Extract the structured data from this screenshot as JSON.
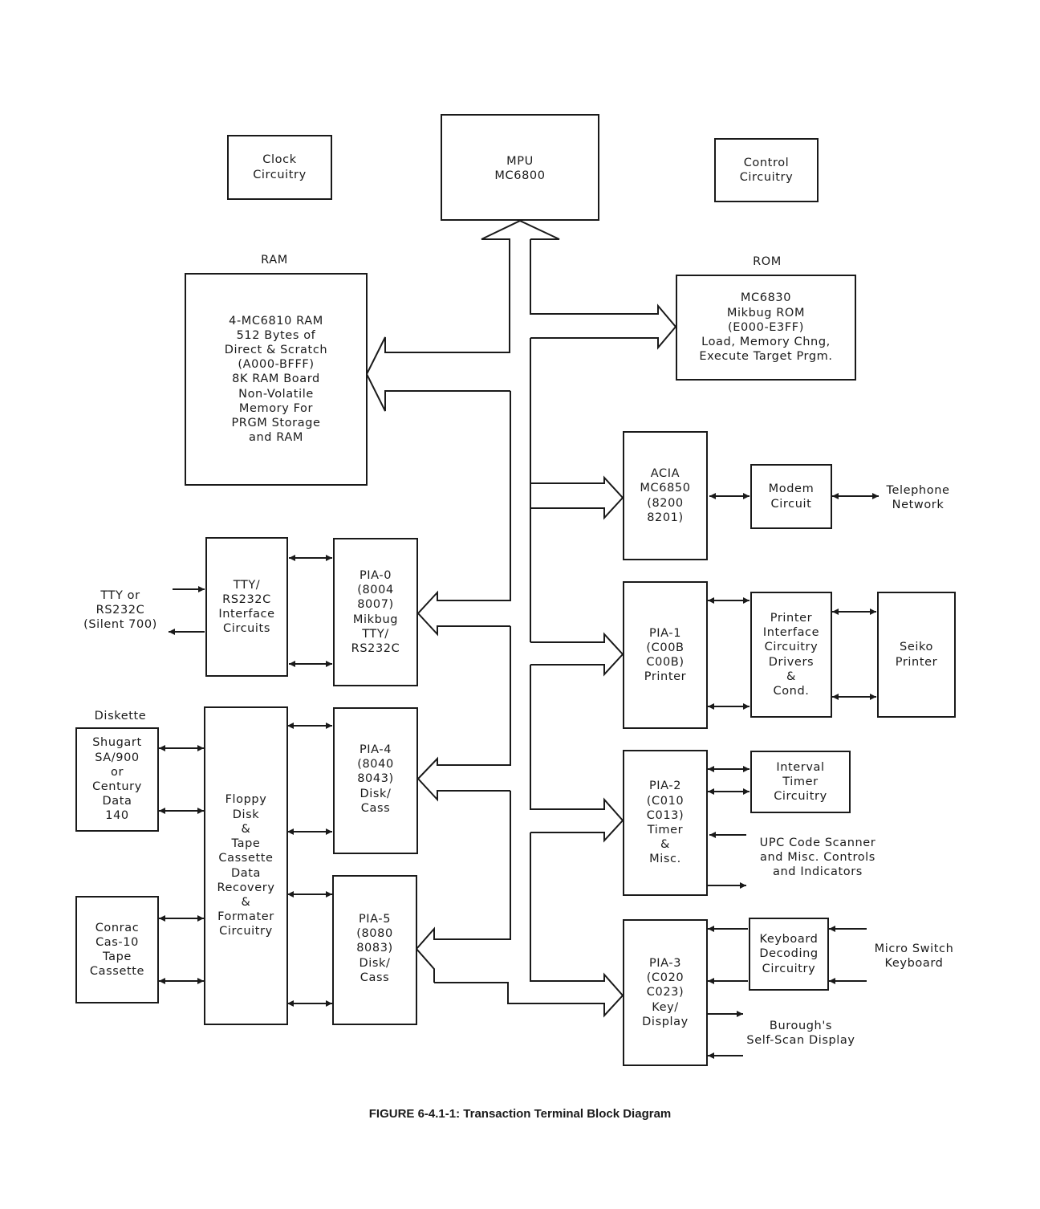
{
  "boxes": {
    "clock": "Clock\nCircuitry",
    "mpu": "MPU\nMC6800",
    "control": "Control\nCircuitry",
    "ram": "4-MC6810 RAM\n512 Bytes of\nDirect & Scratch\n(A000-BFFF)\n8K RAM Board\nNon-Volatile\nMemory For\nPRGM Storage\nand RAM",
    "rom": "MC6830\nMikbug ROM\n(E000-E3FF)\nLoad, Memory Chng,\nExecute Target Prgm.",
    "acia": "ACIA\nMC6850\n(8200\n8201)",
    "modem": "Modem\nCircuit",
    "tty_iface": "TTY/\nRS232C\nInterface\nCircuits",
    "pia0": "PIA-0\n(8004\n8007)\nMikbug\nTTY/\nRS232C",
    "pia1": "PIA-1\n(C00B\nC00B)\nPrinter",
    "printer_iface": "Printer\nInterface\nCircuitry\nDrivers\n&\nCond.",
    "seiko": "Seiko\nPrinter",
    "shugart": "Shugart\nSA/900\nor\nCentury\nData\n140",
    "floppy": "Floppy\nDisk\n&\nTape\nCassette\nData\nRecovery\n&\nFormater\nCircuitry",
    "pia4": "PIA-4\n(8040\n8043)\nDisk/\nCass",
    "pia2": "PIA-2\n(C010\nC013)\nTimer\n&\nMisc.",
    "interval_timer": "Interval\nTimer\nCircuitry",
    "conrac": "Conrac\nCas-10\nTape\nCassette",
    "pia5": "PIA-5\n(8080\n8083)\nDisk/\nCass",
    "pia3": "PIA-3\n(C020\nC023)\nKey/\nDisplay",
    "keyboard_decoding": "Keyboard\nDecoding\nCircuitry"
  },
  "labels": {
    "ram": "RAM",
    "rom": "ROM",
    "telephone": "Telephone\nNetwork",
    "tty": "TTY or\nRS232C\n(Silent 700)",
    "diskette": "Diskette",
    "upc": "UPC Code Scanner\nand Misc. Controls\nand Indicators",
    "microswitch": "Micro Switch\nKeyboard",
    "burough": "Burough's\nSelf-Scan Display"
  },
  "caption": "FIGURE 6-4.1-1: Transaction Terminal Block Diagram"
}
